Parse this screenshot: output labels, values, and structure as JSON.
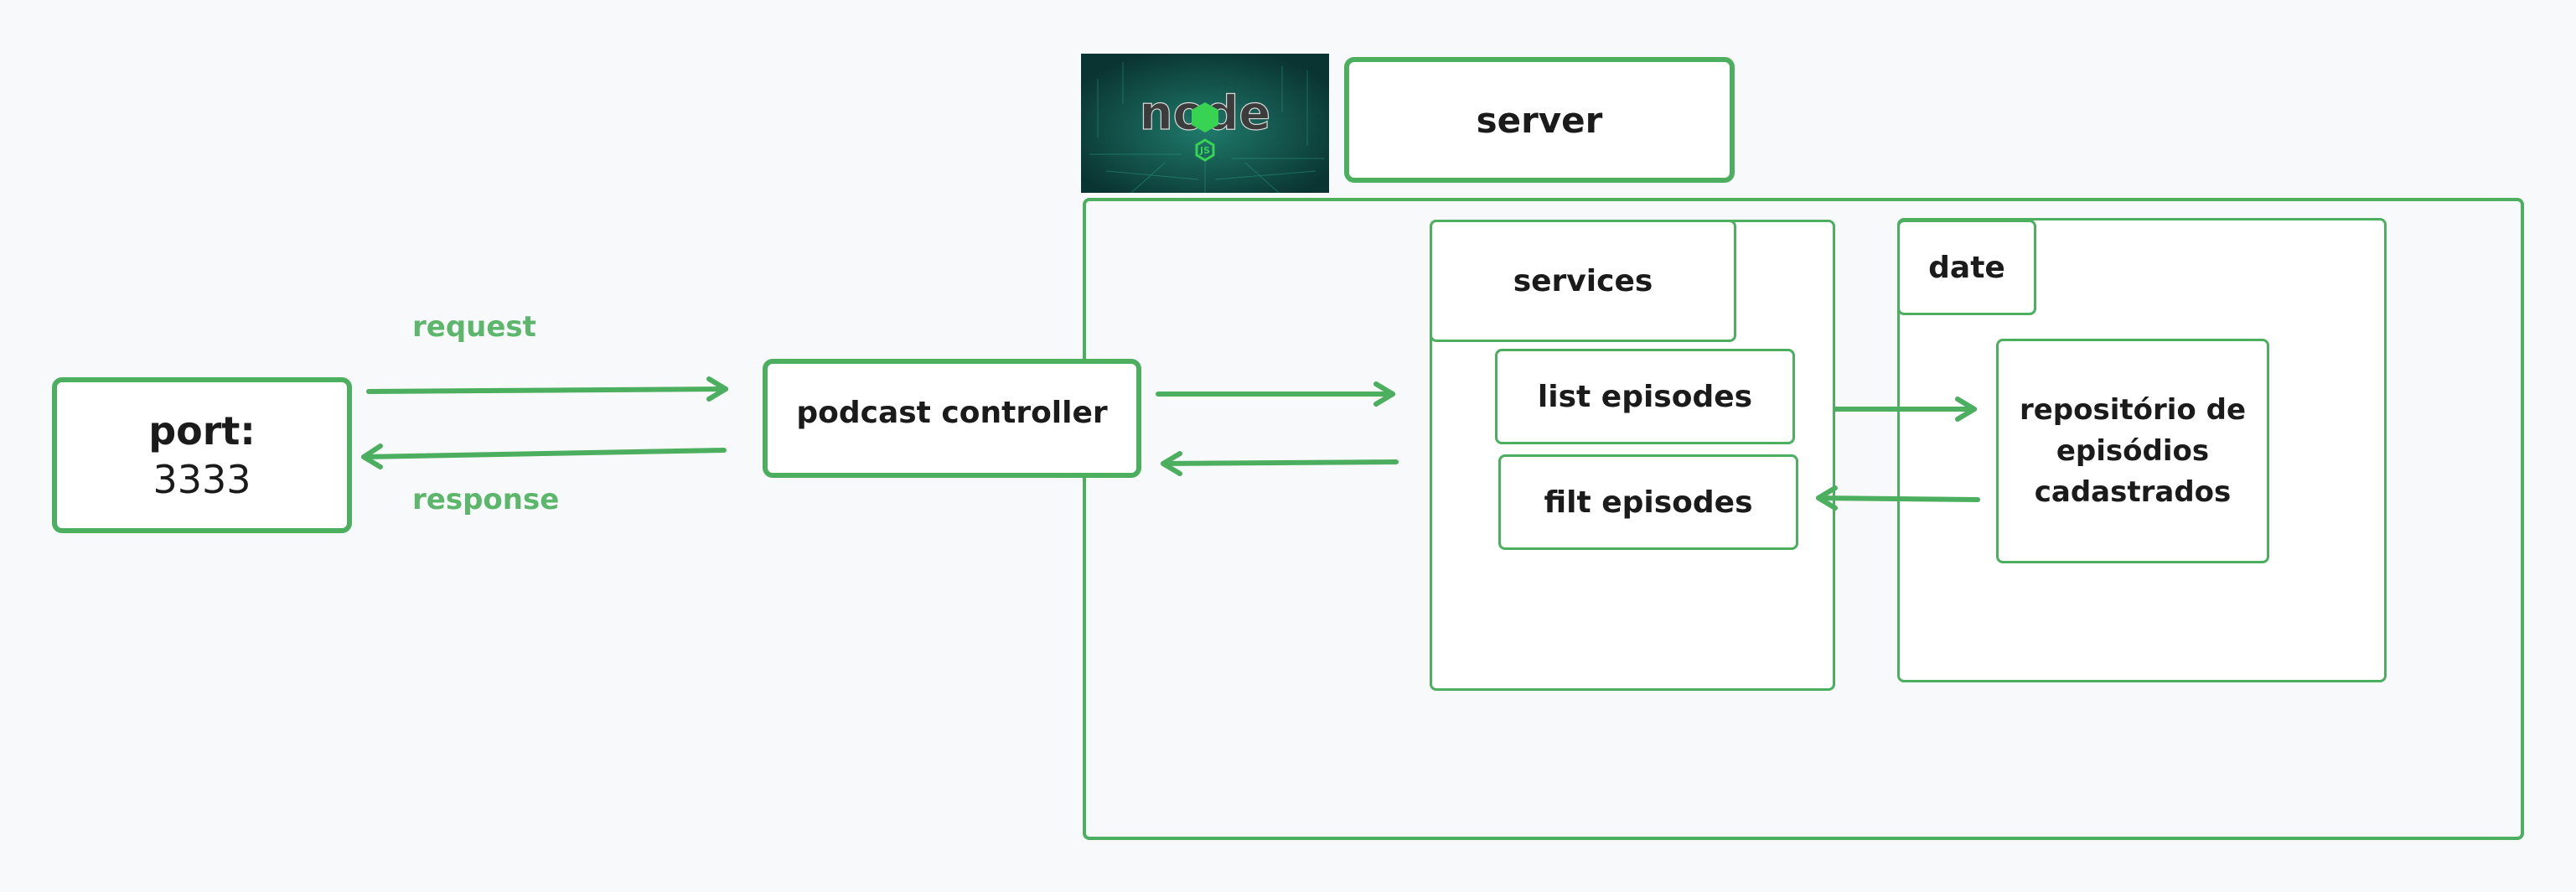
{
  "colors": {
    "accent": "#4caf5f",
    "edge_label": "#5cb66c",
    "background": "#f8f9fb",
    "logo_bg": "#0e4a45"
  },
  "logo": {
    "icon": "nodejs-logo-icon",
    "text": "node",
    "badge": "JS"
  },
  "nodes": {
    "port": {
      "line1": "port:",
      "line2": "3333"
    },
    "podcast_controller": {
      "label": "podcast controller"
    },
    "server": {
      "label": "server"
    },
    "services": {
      "label": "services"
    },
    "list_episodes": {
      "label": "list episodes"
    },
    "filt_episodes": {
      "label": "filt episodes"
    },
    "date": {
      "label": "date"
    },
    "repository": {
      "line1": "repositório de",
      "line2": "episódios",
      "line3": "cadastrados"
    }
  },
  "edges": {
    "request": "request",
    "response": "response"
  }
}
